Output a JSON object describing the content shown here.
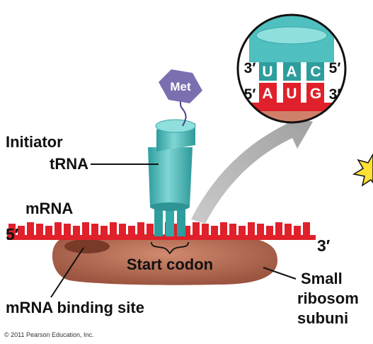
{
  "labels": {
    "met": "Met",
    "initiator_line1": "Initiator",
    "initiator_line2": "tRNA",
    "mrna": "mRNA",
    "five_prime": "5′",
    "three_prime": "3′",
    "start_codon": "Start codon",
    "mrna_binding_site": "mRNA binding site",
    "small_line1": "Small",
    "small_line2": "ribosom",
    "small_line3": "subuni"
  },
  "inset": {
    "top_left": "3′",
    "top_right": "5′",
    "bottom_left": "5′",
    "bottom_right": "3′",
    "anticodon": [
      "U",
      "A",
      "C"
    ],
    "codon": [
      "A",
      "U",
      "G"
    ]
  },
  "copyright": "© 2011 Pearson Education, Inc.",
  "colors": {
    "trna": "#4fbfbf",
    "trna_dark": "#2e9494",
    "mrna": "#e0202a",
    "ribosome": "#b86a4e",
    "met": "#7b6fb0",
    "arrow": "#9a9a9a",
    "star": "#ffe033"
  }
}
